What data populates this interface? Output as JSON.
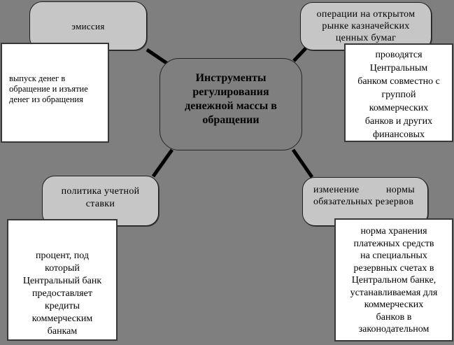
{
  "diagram": {
    "colors": {
      "background": "#7f7f7f",
      "node_fill": "#c6c6c6",
      "note_fill": "#ffffff",
      "connector": "#000000",
      "text": "#000000"
    },
    "center": {
      "title_lines": [
        "Инструменты",
        "регулирования",
        "денежной массы в",
        "обращении"
      ]
    },
    "emission": {
      "label": "эмиссия",
      "note_lines": [
        "выпуск денег в",
        "обращение и изъятие",
        "денег из обращения"
      ]
    },
    "open_market": {
      "label_lines": [
        "операции на открытом",
        "рынке казначейских",
        "ценных бумаг"
      ],
      "note_lines": [
        "проводятся",
        "Центральным",
        "банком совместно с",
        "группой",
        "коммерческих",
        "банков и других",
        "финансовых"
      ]
    },
    "discount_rate": {
      "label_lines": [
        "политика учетной",
        "ставки"
      ],
      "note_lines": [
        "процент, под",
        "который",
        "Центральный банк",
        "предоставляет",
        "кредиты",
        "коммерческим",
        "банкам"
      ]
    },
    "reserves": {
      "label_row1_left": "изменение",
      "label_row1_right": "нормы",
      "label_row2": "обязательных резервов",
      "note_lines": [
        "норма хранения",
        "платежных средств",
        "на специальных",
        "резервных счетах в",
        "Центральном банке,",
        "устанавливаемая для",
        "коммерческих",
        "банков в",
        "законодательном"
      ]
    }
  }
}
